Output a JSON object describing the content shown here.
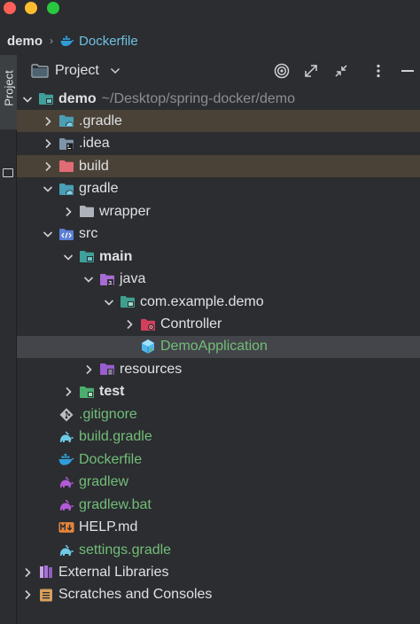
{
  "breadcrumb": {
    "root": "demo",
    "file": "Dockerfile"
  },
  "sidebar": {
    "tab_label": "Project"
  },
  "toolbar": {
    "title": "Project"
  },
  "tree": [
    {
      "label": "demo",
      "suffix": "~/Desktop/spring-docker/demo",
      "depth": 0,
      "expand": "open",
      "icon": "module-folder-icon",
      "bold": true,
      "color": "default",
      "state": ""
    },
    {
      "label": ".gradle",
      "depth": 1,
      "expand": "closed",
      "icon": "gradle-folder-icon",
      "color": "default",
      "state": "excluded"
    },
    {
      "label": ".idea",
      "depth": 1,
      "expand": "closed",
      "icon": "idea-folder-icon",
      "color": "default",
      "state": ""
    },
    {
      "label": "build",
      "depth": 1,
      "expand": "closed",
      "icon": "excluded-folder-icon",
      "color": "default",
      "state": "excluded"
    },
    {
      "label": "gradle",
      "depth": 1,
      "expand": "open",
      "icon": "gradle-folder-icon",
      "color": "default",
      "state": ""
    },
    {
      "label": "wrapper",
      "depth": 2,
      "expand": "closed",
      "icon": "folder-icon",
      "color": "default",
      "state": ""
    },
    {
      "label": "src",
      "depth": 1,
      "expand": "open",
      "icon": "source-folder-icon",
      "color": "default",
      "state": ""
    },
    {
      "label": "main",
      "depth": 2,
      "expand": "open",
      "icon": "module-folder-icon",
      "bold": true,
      "color": "default",
      "state": ""
    },
    {
      "label": "java",
      "depth": 3,
      "expand": "open",
      "icon": "java-source-folder-icon",
      "color": "default",
      "state": ""
    },
    {
      "label": "com.example.demo",
      "depth": 4,
      "expand": "open",
      "icon": "package-icon",
      "color": "default",
      "state": ""
    },
    {
      "label": "Controller",
      "depth": 5,
      "expand": "closed",
      "icon": "controller-package-icon",
      "color": "default",
      "state": ""
    },
    {
      "label": "DemoApplication",
      "depth": 5,
      "expand": "none",
      "icon": "spring-class-icon",
      "color": "green",
      "state": "selected"
    },
    {
      "label": "resources",
      "depth": 3,
      "expand": "closed",
      "icon": "resources-folder-icon",
      "color": "default",
      "state": ""
    },
    {
      "label": "test",
      "depth": 2,
      "expand": "closed",
      "icon": "test-folder-icon",
      "bold": true,
      "color": "default",
      "state": ""
    },
    {
      "label": ".gitignore",
      "depth": 1,
      "expand": "none",
      "icon": "git-icon",
      "color": "green",
      "state": ""
    },
    {
      "label": "build.gradle",
      "depth": 1,
      "expand": "none",
      "icon": "gradle-elephant-icon",
      "color": "green",
      "state": ""
    },
    {
      "label": "Dockerfile",
      "depth": 1,
      "expand": "none",
      "icon": "docker-icon",
      "color": "green",
      "state": ""
    },
    {
      "label": "gradlew",
      "depth": 1,
      "expand": "none",
      "icon": "gradlew-icon",
      "color": "green",
      "state": ""
    },
    {
      "label": "gradlew.bat",
      "depth": 1,
      "expand": "none",
      "icon": "gradlew-icon",
      "color": "green",
      "state": ""
    },
    {
      "label": "HELP.md",
      "depth": 1,
      "expand": "none",
      "icon": "markdown-icon",
      "color": "default",
      "state": ""
    },
    {
      "label": "settings.gradle",
      "depth": 1,
      "expand": "none",
      "icon": "gradle-elephant-icon",
      "color": "green",
      "state": ""
    },
    {
      "label": "External Libraries",
      "depth": 0,
      "expand": "closed",
      "icon": "libraries-icon",
      "color": "default",
      "state": ""
    },
    {
      "label": "Scratches and Consoles",
      "depth": 0,
      "expand": "closed",
      "icon": "scratches-icon",
      "color": "default",
      "state": ""
    }
  ]
}
